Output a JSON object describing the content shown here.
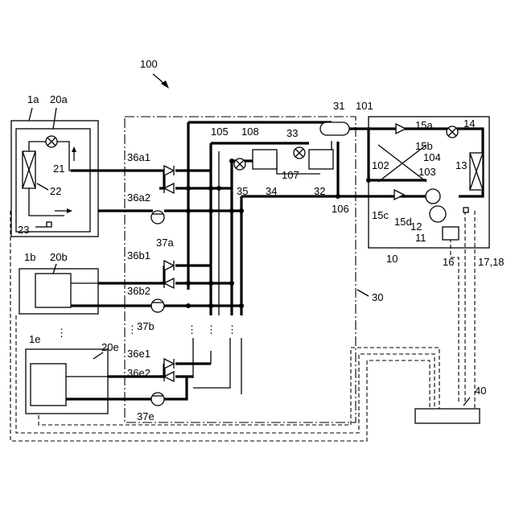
{
  "figure_label": "100",
  "units": {
    "unit_1a": {
      "label": "1a",
      "subunit": "20a",
      "part_21": "21",
      "part_22": "22",
      "part_23": "23"
    },
    "unit_1b": {
      "label": "1b",
      "subunit": "20b"
    },
    "unit_1e": {
      "label": "1e",
      "subunit": "20e"
    }
  },
  "relay": {
    "label": "30",
    "valves": [
      "36a1",
      "36a2",
      "36b1",
      "36b2",
      "36e1",
      "36e2"
    ],
    "pumps": [
      "37a",
      "37b",
      "37e"
    ],
    "parts": [
      "31",
      "32",
      "33",
      "34",
      "35"
    ],
    "pipes": [
      "105",
      "106",
      "107",
      "108"
    ]
  },
  "outdoor": {
    "label": "10",
    "parts": [
      "11",
      "12",
      "13",
      "14",
      "15a",
      "15b",
      "15c",
      "15d",
      "16",
      "17,18"
    ],
    "pipes": [
      "101",
      "102",
      "103",
      "104"
    ]
  },
  "controller": {
    "label": "40"
  },
  "ellipsis": "⋮"
}
